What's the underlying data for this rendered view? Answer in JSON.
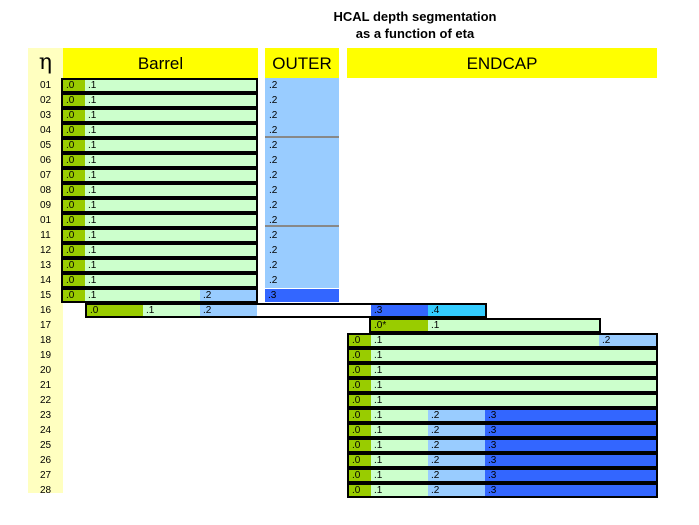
{
  "title_line1": "HCAL depth segmentation",
  "title_line2": "as a function of eta",
  "headers": {
    "eta": "η",
    "barrel": "Barrel",
    "outer": "OUTER",
    "endcap": "ENDCAP"
  },
  "row_labels": [
    "01",
    "02",
    "03",
    "04",
    "05",
    "06",
    "07",
    "08",
    "09",
    "01",
    "11",
    "12",
    "13",
    "14",
    "15",
    "16",
    "17",
    "18",
    "19",
    "20",
    "21",
    "22",
    "23",
    "24",
    "25",
    "26",
    "27",
    "28"
  ],
  "colors": {
    "depth0": "#99cc00",
    "depth1": "#ccffcc",
    "depth2": "#99ccff",
    "depth3": "#3366ff",
    "depth4": "#33ccff",
    "header": "#ffff00",
    "eta_column": "#ffffc0"
  },
  "segments": {
    "barrel": [
      ".0",
      ".1",
      ".2"
    ],
    "outer": [
      ".2",
      ".3"
    ],
    "endcap": [
      ".0",
      ".0*",
      ".1",
      ".2",
      ".3",
      ".4"
    ]
  }
}
